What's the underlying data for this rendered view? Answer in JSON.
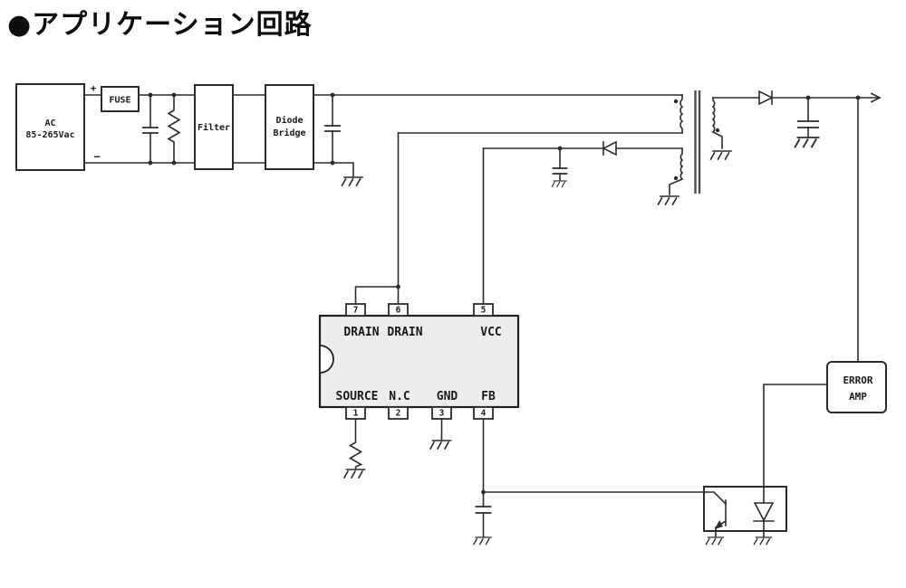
{
  "title": "●アプリケーション回路",
  "colors": {
    "line": "#2b2b2b",
    "ic_fill": "#ededed",
    "background": "#ffffff"
  },
  "input_stage": {
    "ac_source": {
      "label_line1": "AC",
      "label_line2": "85-265Vac",
      "plus": "+",
      "minus": "−"
    },
    "fuse": {
      "label": "FUSE"
    },
    "filter": {
      "label": "Filter"
    },
    "diode_bridge": {
      "label_line1": "Diode",
      "label_line2": "Bridge"
    }
  },
  "ic": {
    "pin_labels_top": [
      "DRAIN",
      "DRAIN",
      "VCC"
    ],
    "pin_numbers_top": [
      "7",
      "6",
      "5"
    ],
    "pin_labels_bottom": [
      "SOURCE",
      "N.C",
      "GND",
      "FB"
    ],
    "pin_numbers_bottom": [
      "1",
      "2",
      "3",
      "4"
    ]
  },
  "feedback_stage": {
    "error_amp": {
      "label_line1": "ERROR",
      "label_line2": "AMP"
    }
  }
}
